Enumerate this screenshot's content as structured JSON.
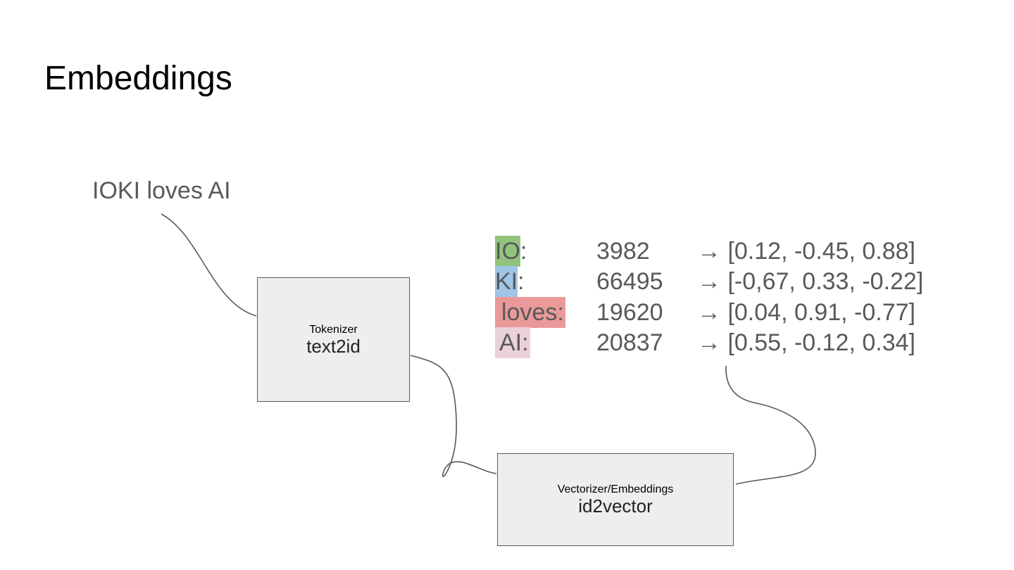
{
  "slide": {
    "title": "Embeddings",
    "input_text": "IOKI loves AI"
  },
  "tokenizer": {
    "label": "Tokenizer",
    "function": "text2id"
  },
  "vectorizer": {
    "label": "Vectorizer/Embeddings",
    "function": "id2vector"
  },
  "tokens": [
    {
      "word": "IO",
      "suffix": ":",
      "id": "3982",
      "vector": "→ [0.12, -0.45, 0.88]",
      "color": "#93c47d"
    },
    {
      "word": "KI",
      "suffix": ":",
      "id": "66495",
      "vector": "→ [-0,67, 0.33, -0.22]",
      "color": "#9fc5e8"
    },
    {
      "word": "loves:",
      "suffix": "",
      "id": "19620",
      "vector": "→ [0.04, 0.91, -0.77]",
      "color": "#ea9999"
    },
    {
      "word": "AI:",
      "suffix": "",
      "id": "20837",
      "vector": "→ [0.55, -0.12, 0.34]",
      "color": "#ead1dc"
    }
  ],
  "colors": {
    "text_gray": "#595959",
    "box_fill": "#eeeeee",
    "box_border": "#595959"
  }
}
